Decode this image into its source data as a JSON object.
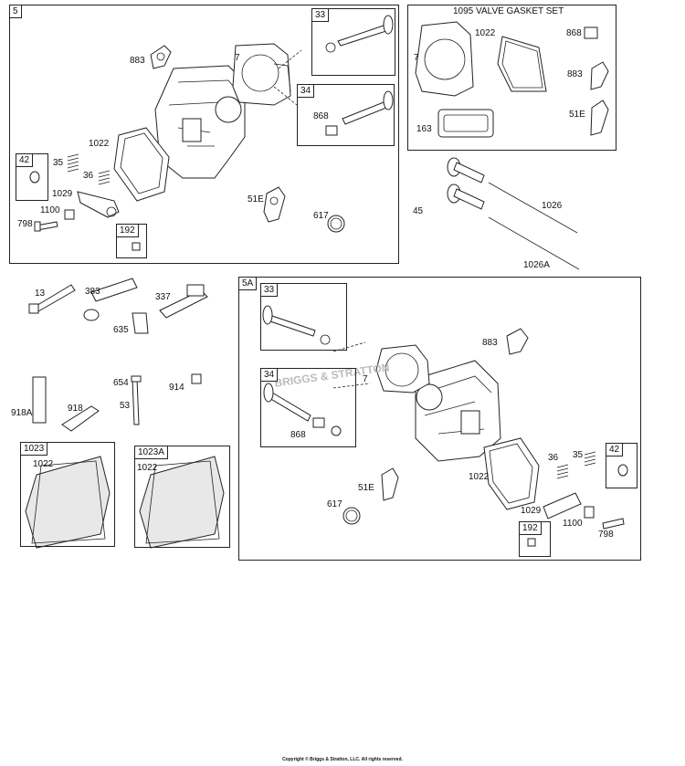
{
  "sections": {
    "s5": {
      "tag": "5"
    },
    "s33a": {
      "tag": "33"
    },
    "s34a": {
      "tag": "34"
    },
    "s42a": {
      "tag": "42"
    },
    "s192a": {
      "tag": "192"
    },
    "kit1095": {
      "title": "1095 VALVE GASKET SET"
    },
    "s5A": {
      "tag": "5A"
    },
    "s33b": {
      "tag": "33"
    },
    "s34b": {
      "tag": "34"
    },
    "s42b": {
      "tag": "42"
    },
    "s192b": {
      "tag": "192"
    },
    "s1023": {
      "tag": "1023"
    },
    "s1023A": {
      "tag": "1023A"
    }
  },
  "labels": {
    "a883": "883",
    "a7": "7",
    "a868": "868",
    "a1022": "1022",
    "a35": "35",
    "a36": "36",
    "a1029": "1029",
    "a1100": "1100",
    "a798": "798",
    "a51E": "51E",
    "a617": "617",
    "k1022": "1022",
    "k868": "868",
    "k7": "7",
    "k883": "883",
    "k51E": "51E",
    "k163": "163",
    "v45": "45",
    "v1026": "1026",
    "v1026A": "1026A",
    "m13": "13",
    "m383": "383",
    "m337": "337",
    "m635": "635",
    "m654": "654",
    "m914": "914",
    "m53": "53",
    "m918A": "918A",
    "m918": "918",
    "c1022a": "1022",
    "c1022b": "1022",
    "b883": "883",
    "b7": "7",
    "b868": "868",
    "b36": "36",
    "b35": "35",
    "b1022": "1022",
    "b51E": "51E",
    "b617": "617",
    "b1029": "1029",
    "b1100": "1100",
    "b798": "798"
  },
  "watermark": "BRIGGS & STRATTON",
  "footer": "Copyright © Briggs & Stratton, LLC. All rights reserved."
}
